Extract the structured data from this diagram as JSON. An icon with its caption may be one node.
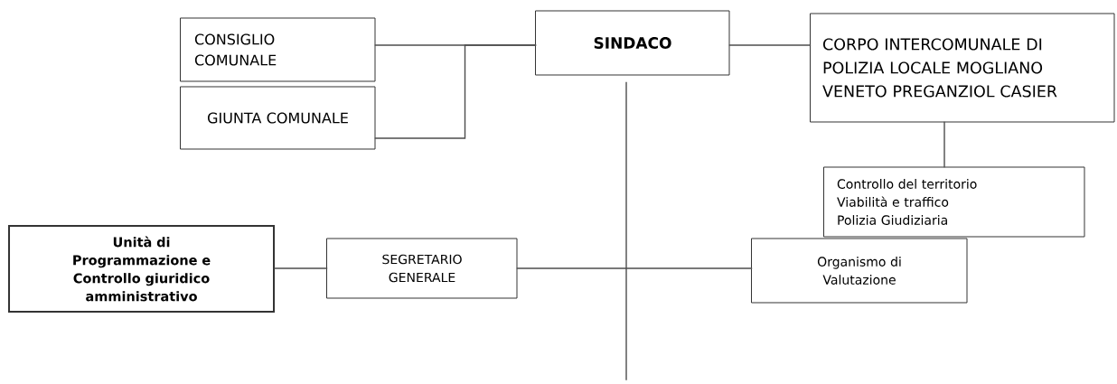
{
  "diagram": {
    "nodes": [
      {
        "text": [
          "CONSIGLIO COMUNALE"
        ]
      },
      {
        "text": [
          "GIUNTA COMUNALE"
        ]
      },
      {
        "text": [
          "SINDACO"
        ]
      },
      {
        "text": [
          "CORPO INTERCOMUNALE DI POLIZIA LOCALE MOGLIANO VENETO PREGANZIOL CASIER"
        ]
      },
      {
        "text": [
          "Controllo del territorio",
          "Viabilità e traffico",
          "Polizia Giudiziaria"
        ]
      },
      {
        "text": [
          "Unità di Programmazione e Controllo giuridico amministrativo"
        ]
      },
      {
        "text": [
          "SEGRETARIO GENERALE"
        ]
      },
      {
        "text": [
          "Organismo di Valutazione"
        ]
      }
    ],
    "edges": [
      {
        "from": 0,
        "to": 2,
        "arrow": "none"
      },
      {
        "from": 1,
        "to": 2,
        "arrow": "none"
      },
      {
        "from": 2,
        "to": 3,
        "arrow": "none"
      },
      {
        "from": 3,
        "to": 4,
        "arrow": "none"
      },
      {
        "from": 2,
        "to": null,
        "arrow": "none"
      },
      {
        "from": 6,
        "to": 5,
        "arrow": "none"
      },
      {
        "from": 6,
        "to": 7,
        "arrow": "none"
      }
    ]
  }
}
